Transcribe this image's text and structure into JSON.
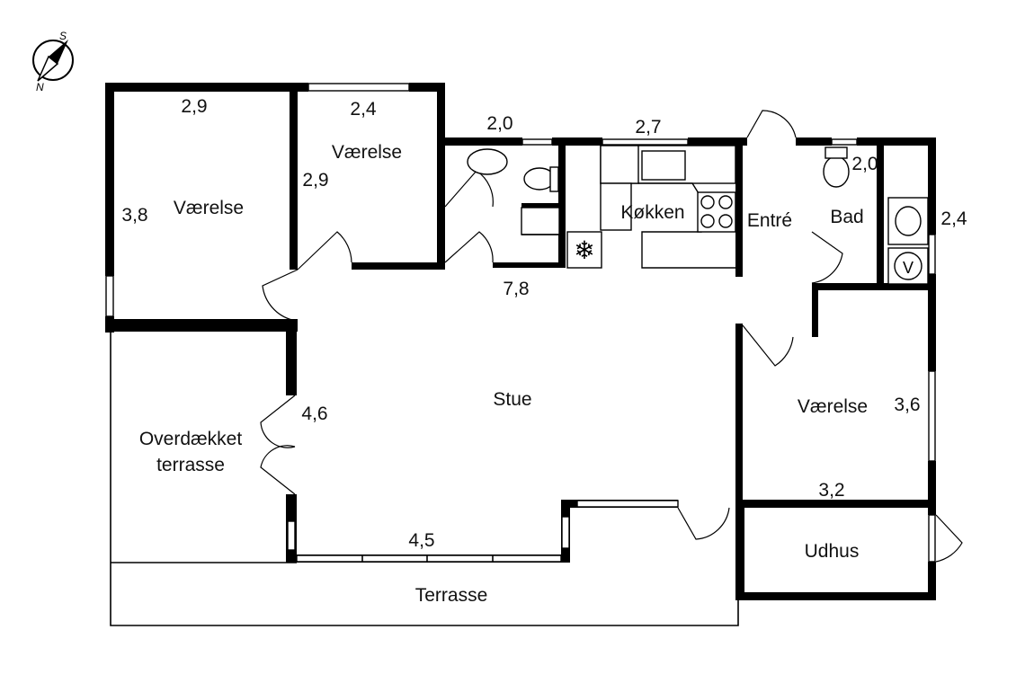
{
  "compass": {
    "north": "N",
    "south": "S"
  },
  "rooms": {
    "vaerelse_west": "Værelse",
    "vaerelse_north": "Værelse",
    "kokken": "Køkken",
    "entre": "Entré",
    "bad": "Bad",
    "stue": "Stue",
    "vaerelse_east": "Værelse",
    "overdaekket_1": "Overdækket",
    "overdaekket_2": "terrasse",
    "udhus": "Udhus",
    "terrasse": "Terrasse"
  },
  "dimensions": {
    "d1": "2,9",
    "d2": "3,8",
    "d3": "2,4",
    "d4": "2,9",
    "d5": "2,0",
    "d6": "2,7",
    "d7": "2,0",
    "d8": "2,4",
    "d9": "7,8",
    "d10": "4,6",
    "d11": "4,5",
    "d12": "3,6",
    "d13": "3,2"
  },
  "colors": {
    "wall": "#000000",
    "background": "#ffffff"
  }
}
